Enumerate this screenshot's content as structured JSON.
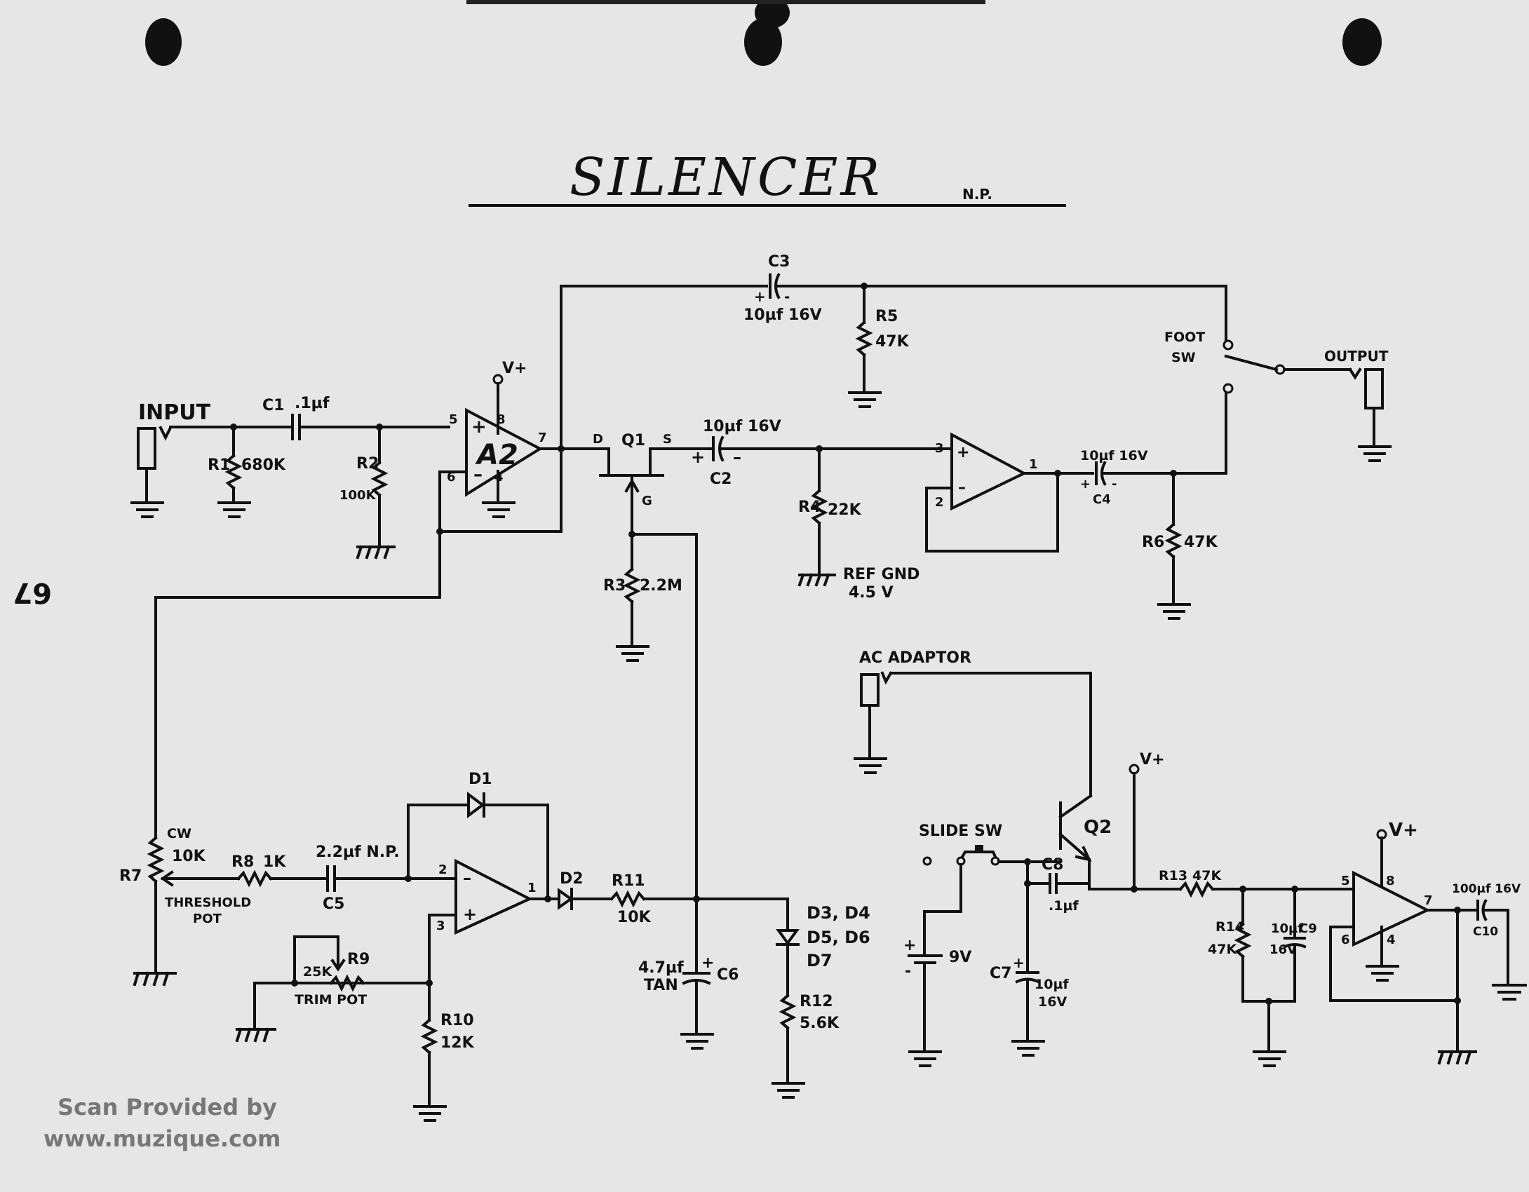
{
  "title": "SILENCER",
  "title_note": "N.P.",
  "page_number": "67",
  "watermark": {
    "line1": "Scan Provided by",
    "line2": "www.muzique.com"
  },
  "labels": {
    "input": "INPUT",
    "c1": "C1",
    "c1_val": ".1µf",
    "r1": "R1",
    "r1_val": "680K",
    "r2": "R2",
    "r2_val": "100K",
    "a2": "A2",
    "vplus": "V+",
    "pin5": "5",
    "pin8": "8",
    "pin7": "7",
    "pin6": "6",
    "pin4": "4",
    "c3": "C3",
    "c3_val": "10µf 16V",
    "r5": "R5",
    "r5_val": "47K",
    "foot_sw": "FOOT",
    "foot_sw2": "SW",
    "output": "OUTPUT",
    "q1": "Q1",
    "q1_d": "D",
    "q1_s": "S",
    "q1_g": "G",
    "c2": "C2",
    "c2_val": "10µf 16V",
    "r3": "R3",
    "r3_val": "2.2M",
    "r4": "R4",
    "r4_val": "22K",
    "ref_gnd": "REF GND",
    "ref_gnd_v": "4.5 V",
    "buf_pin3": "3",
    "buf_pin2": "2",
    "buf_pin1": "1",
    "c4": "C4",
    "c4_val": "10µf 16V",
    "r6": "R6",
    "r6_val": "47K",
    "ac_adaptor": "AC ADAPTOR",
    "r7": "R7",
    "cw": "CW",
    "r7_val": "10K",
    "threshold": "THRESHOLD",
    "pot": "POT",
    "r8": "R8",
    "r8_val": "1K",
    "c5": "C5",
    "c5_val": "2.2µf N.P.",
    "d1": "D1",
    "d2": "D2",
    "r9": "R9",
    "r9_val": "25K",
    "trim_pot": "TRIM   POT",
    "r10": "R10",
    "r10_val": "12K",
    "r11": "R11",
    "r11_val": "10K",
    "c6": "C6",
    "c6_val": "4.7µf",
    "c6_type": "TAN",
    "d3": "D3, D4",
    "d5": "D5, D6",
    "d7": "D7",
    "r12": "R12",
    "r12_val": "5.6K",
    "slide_sw": "SLIDE SW",
    "q2": "Q2",
    "battery": "9V",
    "c7": "C7",
    "c7_val": "10µf",
    "c7_v": "16V",
    "c8": "C8",
    "c8_val": ".1µf",
    "r13": "R13",
    "r13_val": "47K",
    "r14": "R14",
    "r14_val": "47K",
    "c9": "C9",
    "c9_val": "10µf",
    "c9_v": "16V",
    "c10": "C10",
    "c10_val": "100µf 16V"
  }
}
